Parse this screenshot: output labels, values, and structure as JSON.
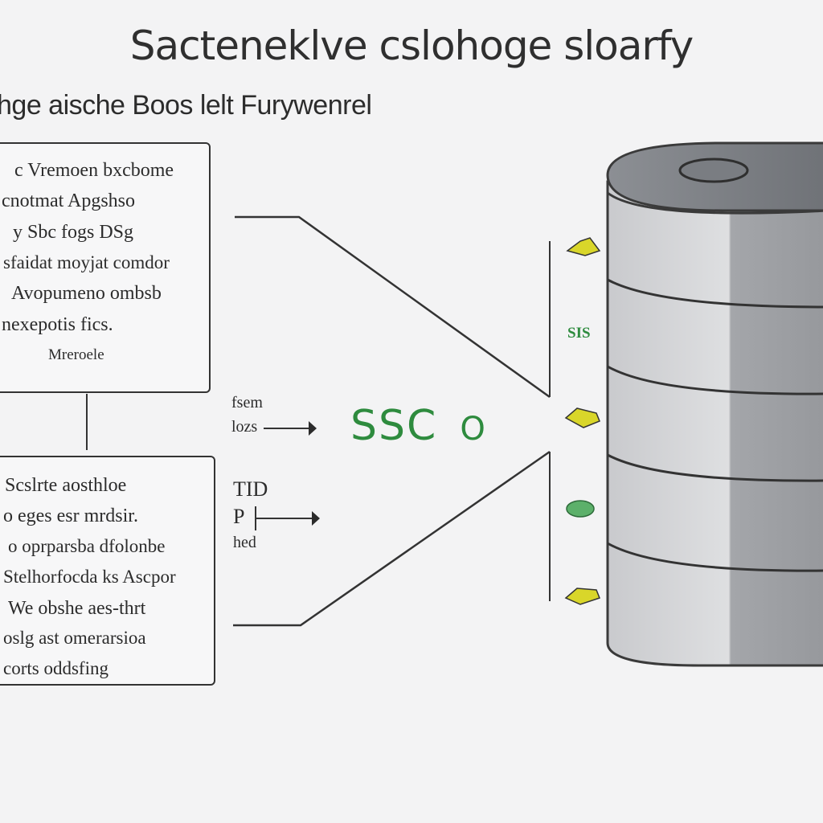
{
  "title": "Sacteneklve cslohoge sloarfy",
  "subtitle": "hge aische Boos lelt Furywenrel",
  "top_box": {
    "lines": [
      "c Vremoen bxcbome",
      "cnotmat Apgshso",
      "y Sbc fogs DSg",
      "sfaidat moyjat comdor",
      "Avopumeno ombsb",
      "nexepotis fics.",
      "Mreroele"
    ]
  },
  "bottom_box": {
    "lines": [
      "Scslrte aosthloe",
      "o eges esr mrdsir.",
      "o oprparsba dfolonbe",
      "Stelhorfocda ks Ascpor",
      "We obshe aes-thrt",
      "oslg ast omerarsioa",
      "corts oddsfing"
    ]
  },
  "arrow_labels": {
    "upper_top": "fsem",
    "upper_bottom": "lozs",
    "lower_top": "TID",
    "lower_mid": "P",
    "lower_bottom": "hed"
  },
  "center_label": {
    "main": "SSC",
    "suffix": "O"
  },
  "side_label": "SIS",
  "colors": {
    "accent_green": "#2e8b3e",
    "marker_yellow": "#d9d62a",
    "cylinder_light": "#cfd0d3",
    "cylinder_dark": "#9a9ca1"
  }
}
